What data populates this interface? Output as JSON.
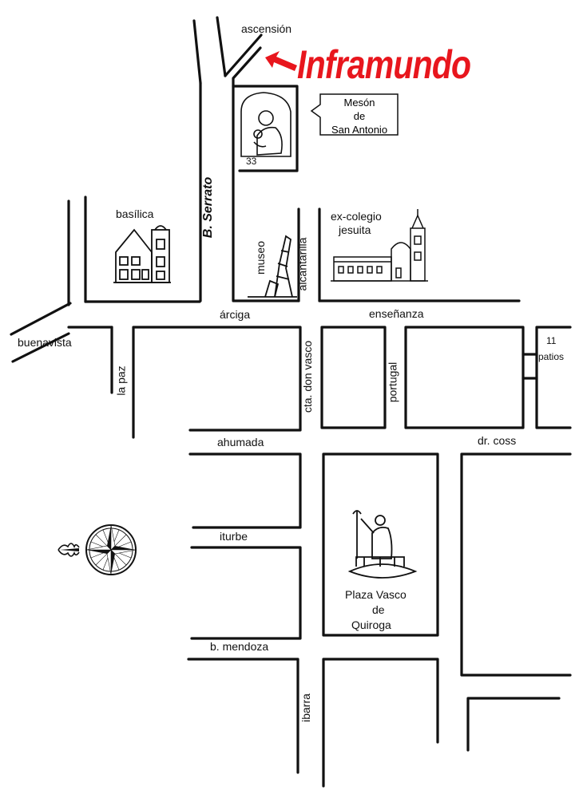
{
  "title": "Inframundo",
  "accent_color": "#e8161d",
  "ink_color": "#111111",
  "meson": {
    "line1": "Mesón",
    "line2": "de",
    "line3": "San Antonio",
    "number": "33"
  },
  "streets": {
    "ascension": "ascensión",
    "b_serrato": "B. Serrato",
    "arciga": "árciga",
    "ensenanza": "enseñanza",
    "buenavista": "buenavista",
    "la_paz": "la paz",
    "cta_don_vasco": "cta. don vasco",
    "portugal": "portugal",
    "ahumada": "ahumada",
    "dr_coss": "dr. coss",
    "iturbe": "iturbe",
    "b_mendoza": "b. mendoza",
    "ibarra": "ibarra",
    "museo": "museo",
    "alcantarilla": "alcantarilla"
  },
  "landmarks": {
    "basilica": "basílica",
    "ex_colegio_line1": "ex-colegio",
    "ex_colegio_line2": "jesuita",
    "once_patios_number": "11",
    "once_patios_label": "patios",
    "plaza_line1": "Plaza  Vasco",
    "plaza_line2": "de",
    "plaza_line3": "Quiroga"
  },
  "icons": [
    "location-arrow-icon",
    "compass-rose-icon",
    "basilica-icon",
    "ex-colegio-icon",
    "museo-ruins-icon",
    "saint-antonio-icon",
    "quiroga-statue-icon"
  ]
}
